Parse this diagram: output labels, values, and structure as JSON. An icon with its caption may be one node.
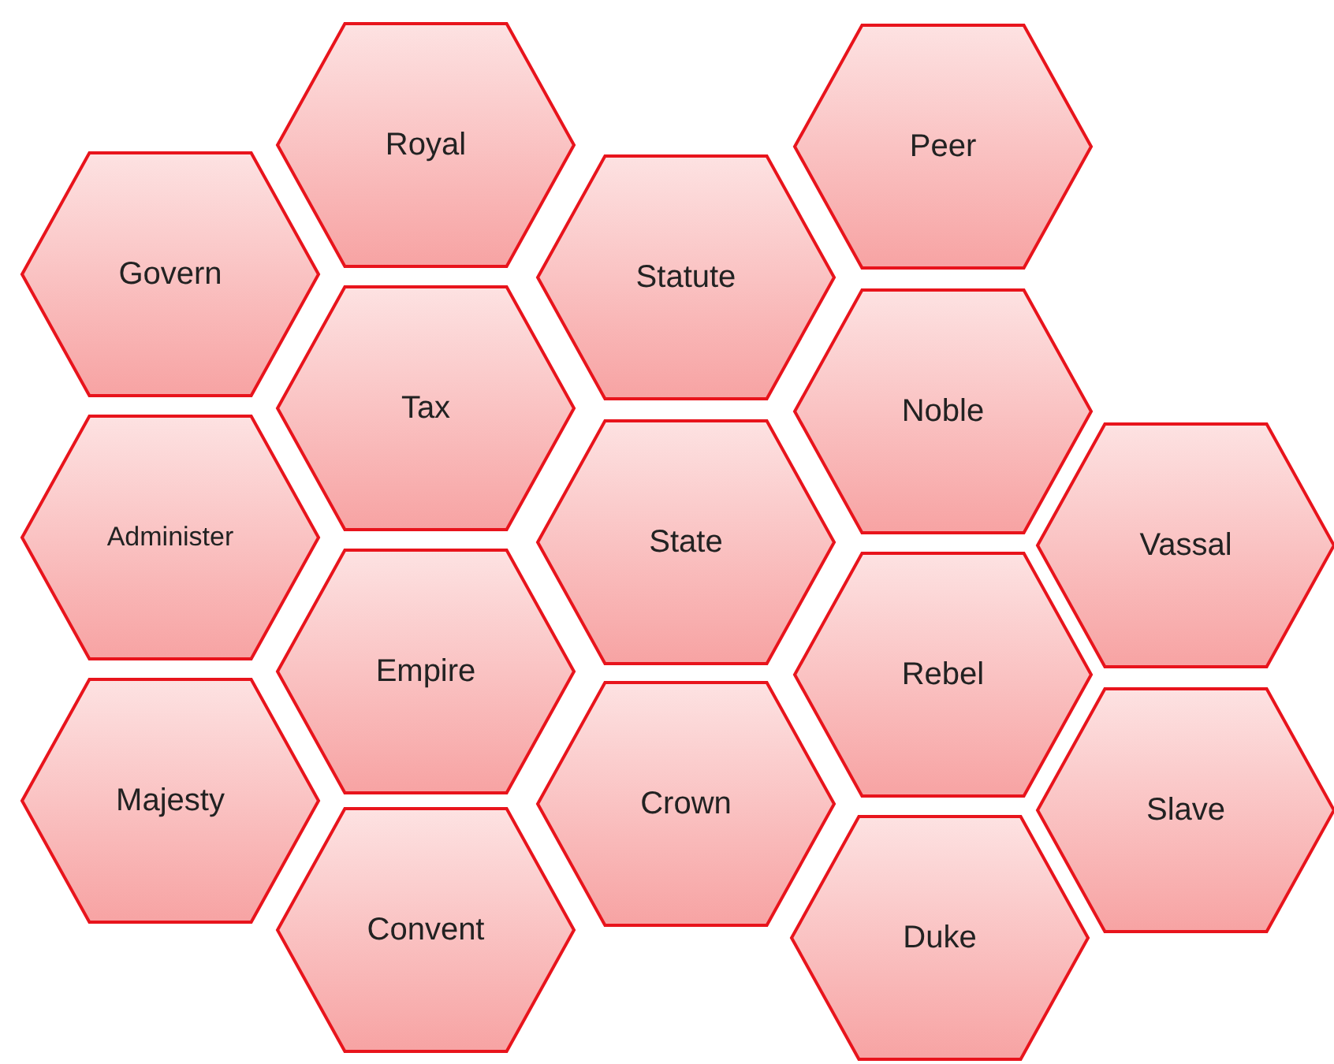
{
  "diagram": {
    "nodes": [
      {
        "text": [
          "Royal"
        ]
      },
      {
        "text": [
          "Peer"
        ]
      },
      {
        "text": [
          "Govern"
        ]
      },
      {
        "text": [
          "Statute"
        ]
      },
      {
        "text": [
          "Tax"
        ]
      },
      {
        "text": [
          "Noble"
        ]
      },
      {
        "text": [
          "Administer"
        ]
      },
      {
        "text": [
          "State"
        ]
      },
      {
        "text": [
          "Vassal"
        ]
      },
      {
        "text": [
          "Empire"
        ]
      },
      {
        "text": [
          "Rebel"
        ]
      },
      {
        "text": [
          "Majesty"
        ]
      },
      {
        "text": [
          "Crown"
        ]
      },
      {
        "text": [
          "Slave"
        ]
      },
      {
        "text": [
          "Convent"
        ]
      },
      {
        "text": [
          "Duke"
        ]
      }
    ]
  }
}
